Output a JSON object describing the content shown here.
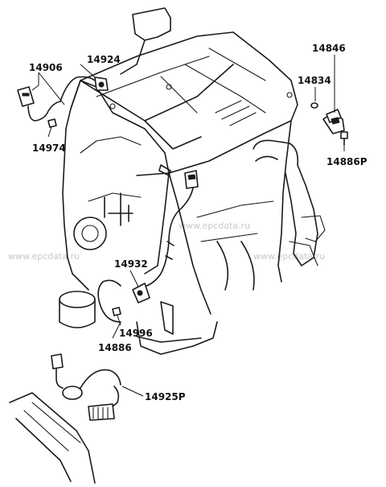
{
  "diagram": {
    "part_labels": {
      "p14906": "14906",
      "p14924": "14924",
      "p14974": "14974",
      "p14846": "14846",
      "p14834": "14834",
      "p14886P": "14886P",
      "p14932": "14932",
      "p14996": "14996",
      "p14886": "14886",
      "p14925P": "14925P"
    },
    "watermarks": {
      "wm_left": "www.epcdata.ru",
      "wm_center": "www.epcdata.ru",
      "wm_right": "www.epcdata.ru"
    }
  }
}
